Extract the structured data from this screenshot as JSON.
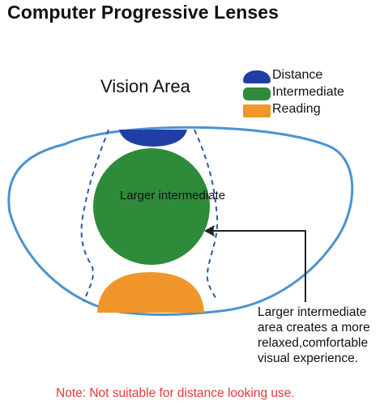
{
  "title": "Computer Progressive Lenses",
  "vision_area_label": "Vision Area",
  "legend": [
    {
      "label": "Distance",
      "color": "#1f3fa7"
    },
    {
      "label": "Intermediate",
      "color": "#2e8b3a"
    },
    {
      "label": "Reading",
      "color": "#f0962a"
    }
  ],
  "zones": {
    "distance_color": "#1f3fa7",
    "intermediate_color": "#2e8b3a",
    "reading_color": "#f0962a"
  },
  "lens_outline_color": "#4a93d0",
  "boundary_color": "#2a5aa8",
  "center_label": "Larger intermediate",
  "callout_lines": [
    "Larger intermediate",
    "area creates a more",
    "relaxed,comfortable",
    "visual experience."
  ],
  "note": "Note: Not suitable for distance looking use.",
  "note_color": "#e23a3a"
}
